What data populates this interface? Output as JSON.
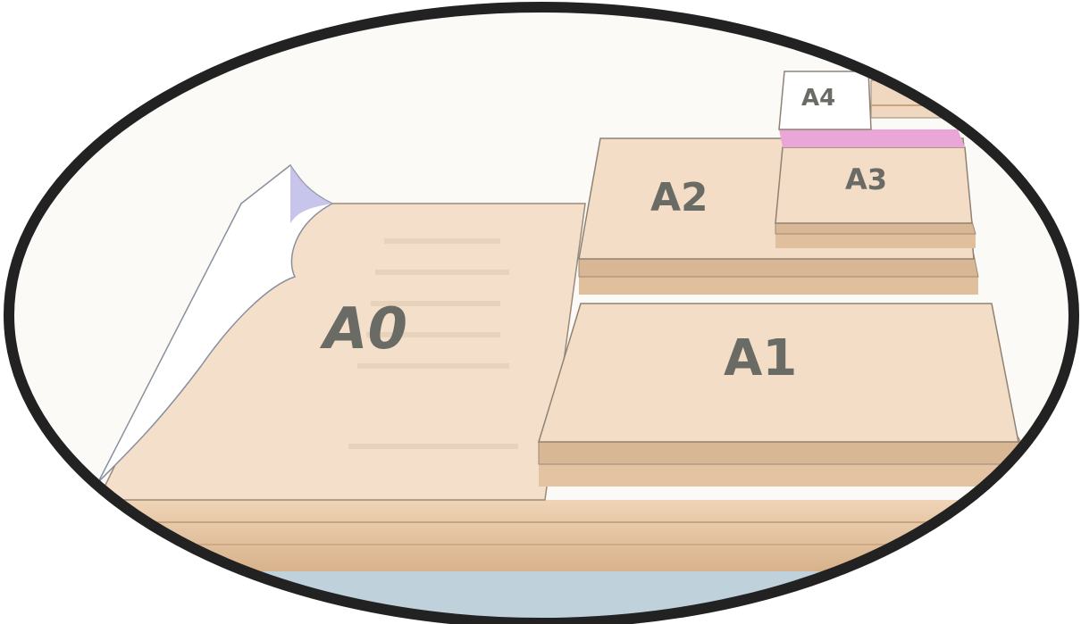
{
  "sheets": [
    {
      "id": "a0",
      "label": "A0"
    },
    {
      "id": "a1",
      "label": "A1"
    },
    {
      "id": "a2",
      "label": "A2"
    },
    {
      "id": "a3",
      "label": "A3"
    },
    {
      "id": "a4",
      "label": "A4"
    }
  ],
  "colors": {
    "paper": "#f2dcc4",
    "paper_edge": "#dcbf9f",
    "a4_pink": "#e9a6d6",
    "frame": "#222222",
    "label": "#6b6b66"
  }
}
